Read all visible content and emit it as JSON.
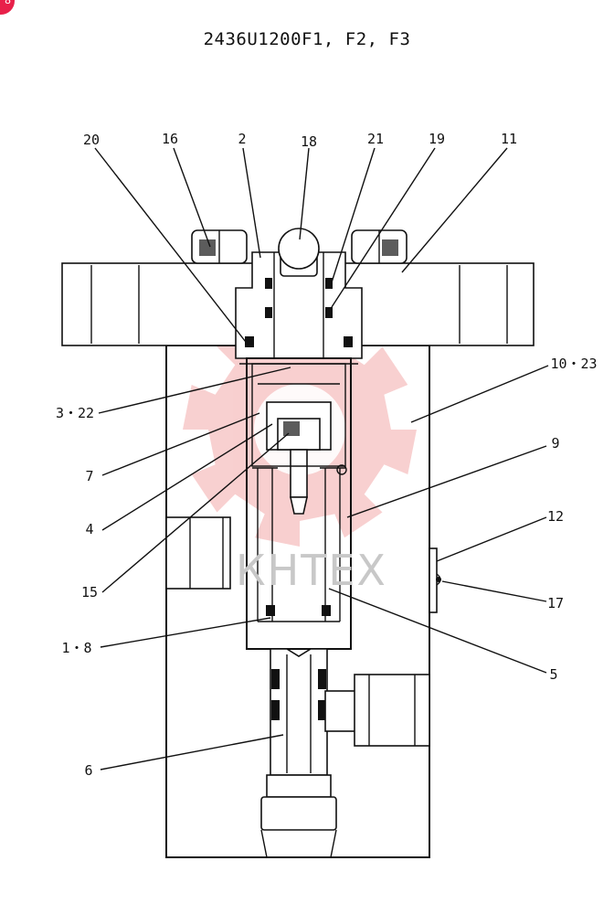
{
  "header": {
    "title": "2436U1200F1, F2, F3",
    "badge": "8",
    "badge_color": "#e8204a"
  },
  "watermark": {
    "text": "КНТЕХ",
    "color": "#f3a9a9"
  },
  "callouts": [
    {
      "id": "20",
      "label": "20"
    },
    {
      "id": "16",
      "label": "16"
    },
    {
      "id": "2",
      "label": "2"
    },
    {
      "id": "18",
      "label": "18"
    },
    {
      "id": "21",
      "label": "21"
    },
    {
      "id": "19",
      "label": "19"
    },
    {
      "id": "11",
      "label": "11"
    },
    {
      "id": "10-23",
      "label": "10・23"
    },
    {
      "id": "3-22",
      "label": "3・22"
    },
    {
      "id": "9",
      "label": "9"
    },
    {
      "id": "7",
      "label": "7"
    },
    {
      "id": "4",
      "label": "4"
    },
    {
      "id": "12",
      "label": "12"
    },
    {
      "id": "17",
      "label": "17"
    },
    {
      "id": "15",
      "label": "15"
    },
    {
      "id": "1-8",
      "label": "1・8"
    },
    {
      "id": "5",
      "label": "5"
    },
    {
      "id": "6",
      "label": "6"
    }
  ]
}
